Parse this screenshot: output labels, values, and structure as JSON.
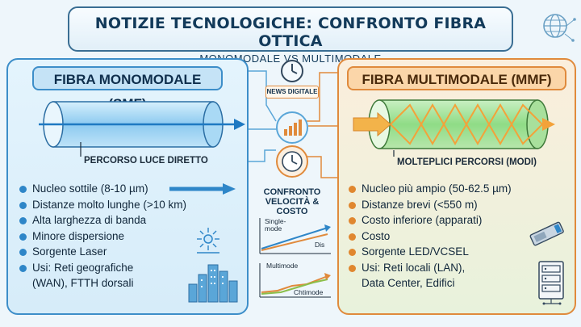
{
  "header": {
    "title": "NOTIZIE TECNOLOGICHE: CONFRONTO FIBRA OTTICA",
    "subtitle": "MONOMODALE VS MULTIMODALE"
  },
  "left_panel": {
    "heading": "FIBRA MONOMODALE (SMF)",
    "caption": "PERCORSO LUCE DIRETTO",
    "bullets": [
      "Nucleo sottile (8-10 µm)",
      "Distanze molto lunghe (>10 km)",
      "Alta larghezza di banda",
      "Minore dispersione",
      "Sorgente Laser",
      "Usi: Reti geografiche",
      "(WAN), FTTH dorsali"
    ],
    "accent": "#3d8ec9"
  },
  "right_panel": {
    "heading": "FIBRA MULTIMODALE (MMF)",
    "caption": "MOLTEPLICI PERCORSI (MODI)",
    "bullets": [
      "Nucleo più ampio (50-62.5 µm)",
      "Distanze brevi (<550 m)",
      "Costo inferiore (apparati)",
      "Costo",
      "Sorgente LED/VCSEL",
      "Usi: Reti locali (LAN),",
      "Data Center, Edifici"
    ],
    "accent": "#e08a3c"
  },
  "center": {
    "news_label": "NEWS DIGITALE",
    "compare_title_1": "CONFRONTO",
    "compare_title_2": "VELOCITÀ & COSTO",
    "chart1_label_a": "Single-",
    "chart1_label_b": "mode",
    "chart1_end_label": "Dis",
    "chart2_label": "Multimode",
    "chart2_end_label": "Chtimode"
  },
  "icons": [
    "clock-icon",
    "bar-chart-icon",
    "clock-icon",
    "globe-network-icon",
    "laser-icon",
    "city-skyline-icon",
    "transceiver-icon",
    "server-rack-icon"
  ]
}
